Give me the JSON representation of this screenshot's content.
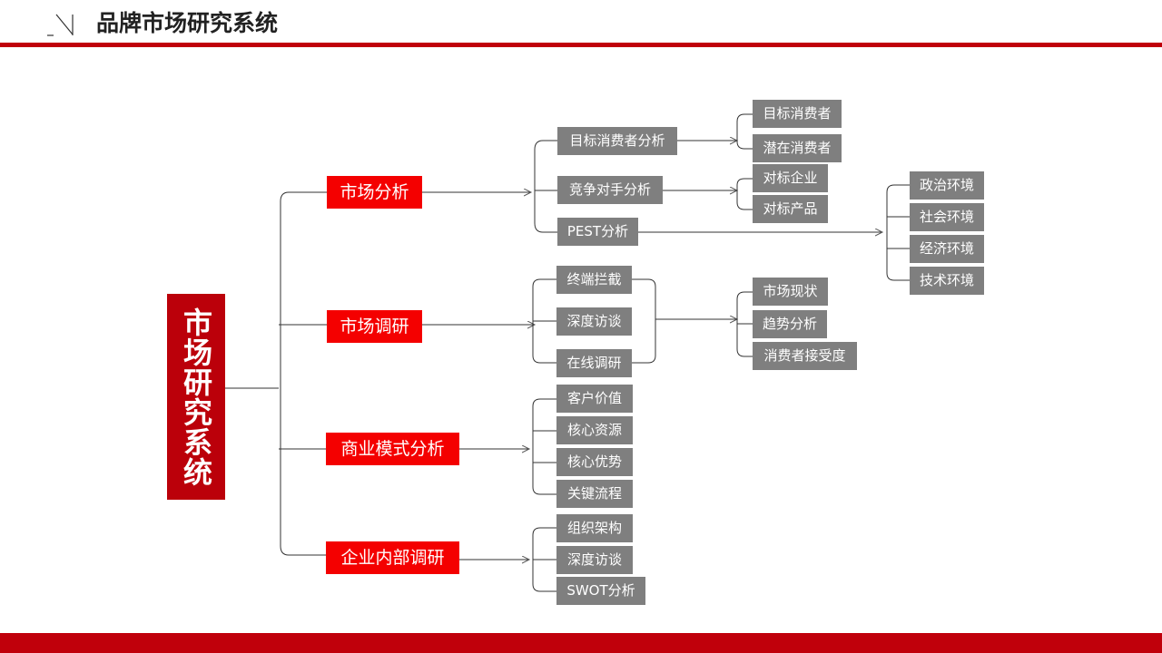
{
  "header": {
    "title": "品牌市场研究系统"
  },
  "colors": {
    "brand_red": "#c0000b",
    "category_red": "#f40000",
    "root_red": "#bb000a",
    "node_gray": "#7f7f7f",
    "line": "#333333"
  },
  "diagram": {
    "root": "市场研究系统",
    "categories": [
      {
        "label": "市场分析",
        "children": [
          {
            "label": "目标消费者分析",
            "children": [
              {
                "label": "目标消费者"
              },
              {
                "label": "潜在消费者"
              }
            ]
          },
          {
            "label": "竞争对手分析",
            "children": [
              {
                "label": "对标企业"
              },
              {
                "label": "对标产品"
              }
            ]
          },
          {
            "label": "PEST分析",
            "children": [
              {
                "label": "政治环境"
              },
              {
                "label": "社会环境"
              },
              {
                "label": "经济环境"
              },
              {
                "label": "技术环境"
              }
            ]
          }
        ]
      },
      {
        "label": "市场调研",
        "children": [
          {
            "label": "终端拦截"
          },
          {
            "label": "深度访谈"
          },
          {
            "label": "在线调研"
          }
        ],
        "outcomes": [
          {
            "label": "市场现状"
          },
          {
            "label": "趋势分析"
          },
          {
            "label": "消费者接受度"
          }
        ]
      },
      {
        "label": "商业模式分析",
        "children": [
          {
            "label": "客户价值"
          },
          {
            "label": "核心资源"
          },
          {
            "label": "核心优势"
          },
          {
            "label": "关键流程"
          }
        ]
      },
      {
        "label": "企业内部调研",
        "children": [
          {
            "label": "组织架构"
          },
          {
            "label": "深度访谈"
          },
          {
            "label": "SWOT分析"
          }
        ]
      }
    ]
  }
}
